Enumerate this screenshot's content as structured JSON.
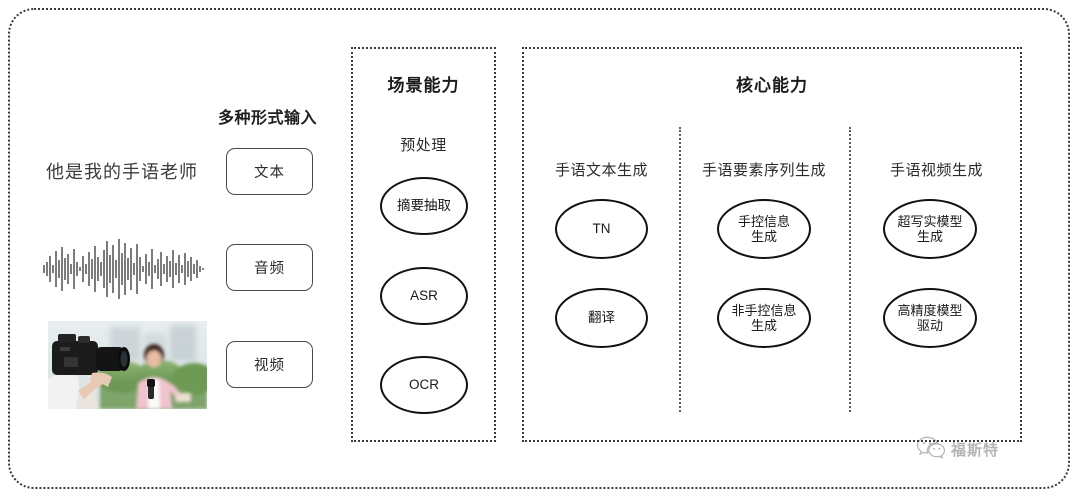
{
  "diagram": {
    "title_hidden": "",
    "input_section": {
      "caption": "多种形式输入",
      "sample_text": "他是我的手语老师",
      "modality_buttons": [
        {
          "label": "文本",
          "icon": "text-modality"
        },
        {
          "label": "音频",
          "icon": "audio-modality"
        },
        {
          "label": "视频",
          "icon": "video-modality"
        }
      ],
      "waveform_alt": "audio-waveform",
      "video_alt": "video-thumbnail-camera-operator-filming-reporter"
    },
    "scene_panel": {
      "title": "场景能力",
      "group_title": "预处理",
      "nodes": [
        {
          "label": "摘要抽取"
        },
        {
          "label": "ASR"
        },
        {
          "label": "OCR"
        }
      ]
    },
    "core_panel": {
      "title": "核心能力",
      "columns": [
        {
          "title": "手语文本生成",
          "nodes": [
            {
              "label": "TN"
            },
            {
              "label": "翻译"
            }
          ]
        },
        {
          "title": "手语要素序列生成",
          "nodes": [
            {
              "label": "手控信息\n生成"
            },
            {
              "label": "非手控信息\n生成"
            }
          ]
        },
        {
          "title": "手语视频生成",
          "nodes": [
            {
              "label": "超写实模型\n生成"
            },
            {
              "label": "高精度模型\n驱动"
            }
          ]
        }
      ]
    },
    "watermark": {
      "text": "福斯特",
      "icon": "wechat-logo-icon"
    },
    "colors": {
      "border": "#3a3a3a",
      "node_stroke": "#111111",
      "text": "#1f1f1f",
      "muted": "#5a5a5a"
    }
  }
}
